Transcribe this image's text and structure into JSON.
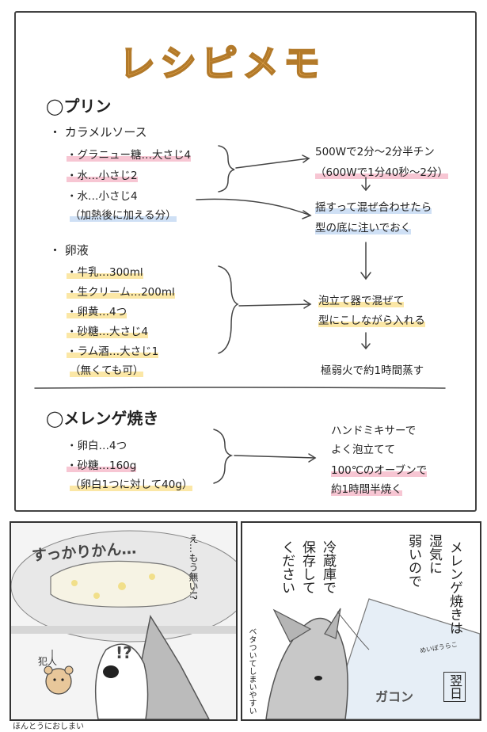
{
  "title": "レシピメモ",
  "pudding": {
    "heading": "◯プリン",
    "caramel_heading": "・ カラメルソース",
    "caramel_items": [
      "・グラニュー糖…大さじ4",
      "・水…小さじ2",
      "・水…小さじ4",
      "（加熱後に加える分）"
    ],
    "caramel_steps": [
      "500Wで2分〜2分半チン",
      "（600Wで1分40秒〜2分）",
      "揺すって混ぜ合わせたら",
      "型の底に注いでおく"
    ],
    "egg_heading": "・ 卵液",
    "egg_items": [
      "・牛乳…300ml",
      "・生クリーム…200ml",
      "・卵黄…4つ",
      "・砂糖…大さじ4",
      "・ラム酒…大さじ1",
      "（無くても可）"
    ],
    "egg_steps": [
      "泡立て器で混ぜて",
      "型にこしながら入れる",
      "極弱火で約1時間蒸す"
    ]
  },
  "meringue": {
    "heading": "◯メレンゲ焼き",
    "items": [
      "・卵白…4つ",
      "・砂糖…160g",
      "（卵白1つに対して40g）"
    ],
    "steps": [
      "ハンドミキサーで",
      "よく泡立てて",
      "100℃のオーブンで",
      "約1時間半焼く"
    ]
  },
  "comic_left": {
    "sfx": "すっかりかん…",
    "speech": "え…もう無い!?",
    "exclaim": "!?",
    "culprit_label": "犯人",
    "footer": "ほんとうにおしまい"
  },
  "comic_right": {
    "speech_col1": "メレンゲ焼きは",
    "speech_col2": "湿気に",
    "speech_col3": "弱いので",
    "speech_col4": "冷蔵庫で",
    "speech_col5": "保存して",
    "speech_col6": "ください",
    "note": "ベタついてしまいやすい",
    "bag_label": "めいぼうらこ",
    "next_day": "翌日",
    "sfx": "ガコン"
  }
}
